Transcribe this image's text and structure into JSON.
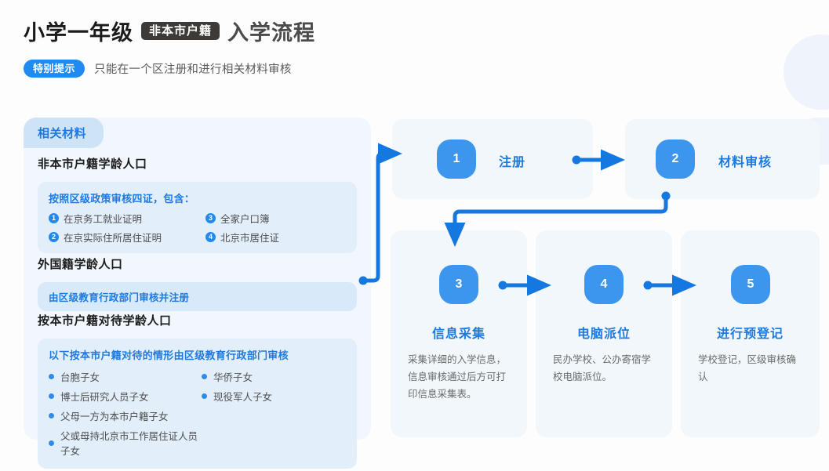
{
  "header": {
    "title_main": "小学一年级",
    "title_chip": "非本市户籍",
    "title_tail": "入学流程",
    "note_chip": "特别提示",
    "note_text": "只能在一个区注册和进行相关材料审核"
  },
  "left_panel": {
    "tab_label": "相关材料",
    "sections": [
      {
        "heading": "非本市户籍学龄人口",
        "sub_title": "按照区级政策审核四证，包含：",
        "items": [
          {
            "num": "1",
            "label": "在京务工就业证明"
          },
          {
            "num": "2",
            "label": "在京实际住所居住证明"
          },
          {
            "num": "3",
            "label": "全家户口簿"
          },
          {
            "num": "4",
            "label": "北京市居住证"
          }
        ]
      },
      {
        "heading": "外国籍学龄人口",
        "one_line": "由区级教育行政部门审核并注册"
      },
      {
        "heading": "按本市户籍对待学龄人口",
        "sub_title": "以下按本市户籍对待的情形由区级教育行政部门审核",
        "bullets": [
          "台胞子女",
          "博士后研究人员子女",
          "父母一方为本市户籍子女",
          "父或母持北京市工作居住证人员子女",
          "华侨子女",
          "现役军人子女"
        ]
      }
    ]
  },
  "flow": {
    "steps": [
      {
        "num": "1",
        "title": "注册",
        "desc": ""
      },
      {
        "num": "2",
        "title": "材料审核",
        "desc": ""
      },
      {
        "num": "3",
        "title": "信息采集",
        "desc": "采集详细的入学信息，信息审核通过后方可打印信息采集表。"
      },
      {
        "num": "4",
        "title": "电脑派位",
        "desc": "民办学校、公办寄宿学校电脑派位。"
      },
      {
        "num": "5",
        "title": "进行预登记",
        "desc": "学校登记，区级审核确认"
      }
    ]
  },
  "colors": {
    "accent_blue": "#1f8af0",
    "badge_blue": "#3d96ed",
    "title_blue": "#1f7ae0",
    "panel_bg": "#f2f7fd",
    "card_bg": "#f2f7fb",
    "chip_dark": "#3e3a37",
    "page_bg": "#fdfdfe"
  }
}
